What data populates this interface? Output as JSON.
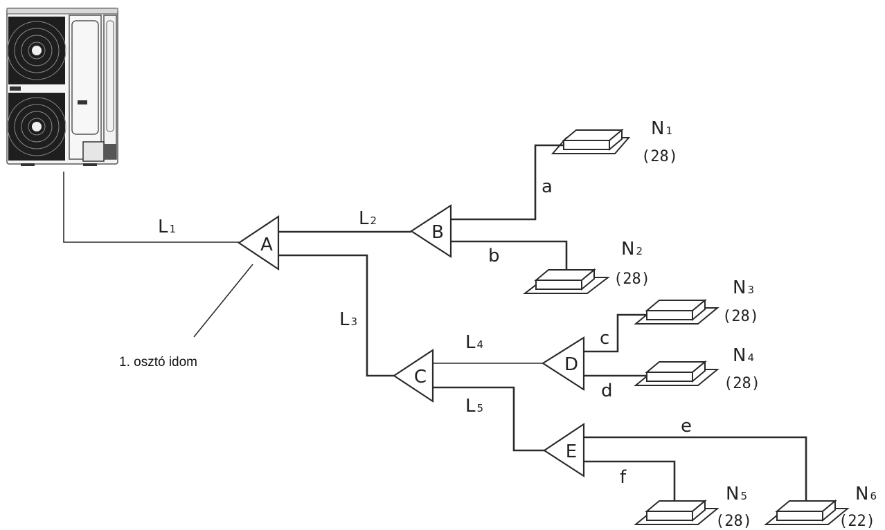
{
  "pipes": {
    "L1": "L",
    "L1_sub": "1",
    "L2": "L",
    "L2_sub": "2",
    "L3": "L",
    "L3_sub": "3",
    "L4": "L",
    "L4_sub": "4",
    "L5": "L",
    "L5_sub": "5",
    "a": "a",
    "b": "b",
    "c": "c",
    "d": "d",
    "e": "e",
    "f": "f"
  },
  "branch_joints": [
    "A",
    "B",
    "C",
    "D",
    "E"
  ],
  "callout": "1. osztó idom",
  "indoor_units": [
    {
      "name": "N",
      "sub": "1",
      "capacity": "(28)"
    },
    {
      "name": "N",
      "sub": "2",
      "capacity": "(28)"
    },
    {
      "name": "N",
      "sub": "3",
      "capacity": "(28)"
    },
    {
      "name": "N",
      "sub": "4",
      "capacity": "(28)"
    },
    {
      "name": "N",
      "sub": "5",
      "capacity": "(28)"
    },
    {
      "name": "N",
      "sub": "6",
      "capacity": "(22)"
    }
  ]
}
